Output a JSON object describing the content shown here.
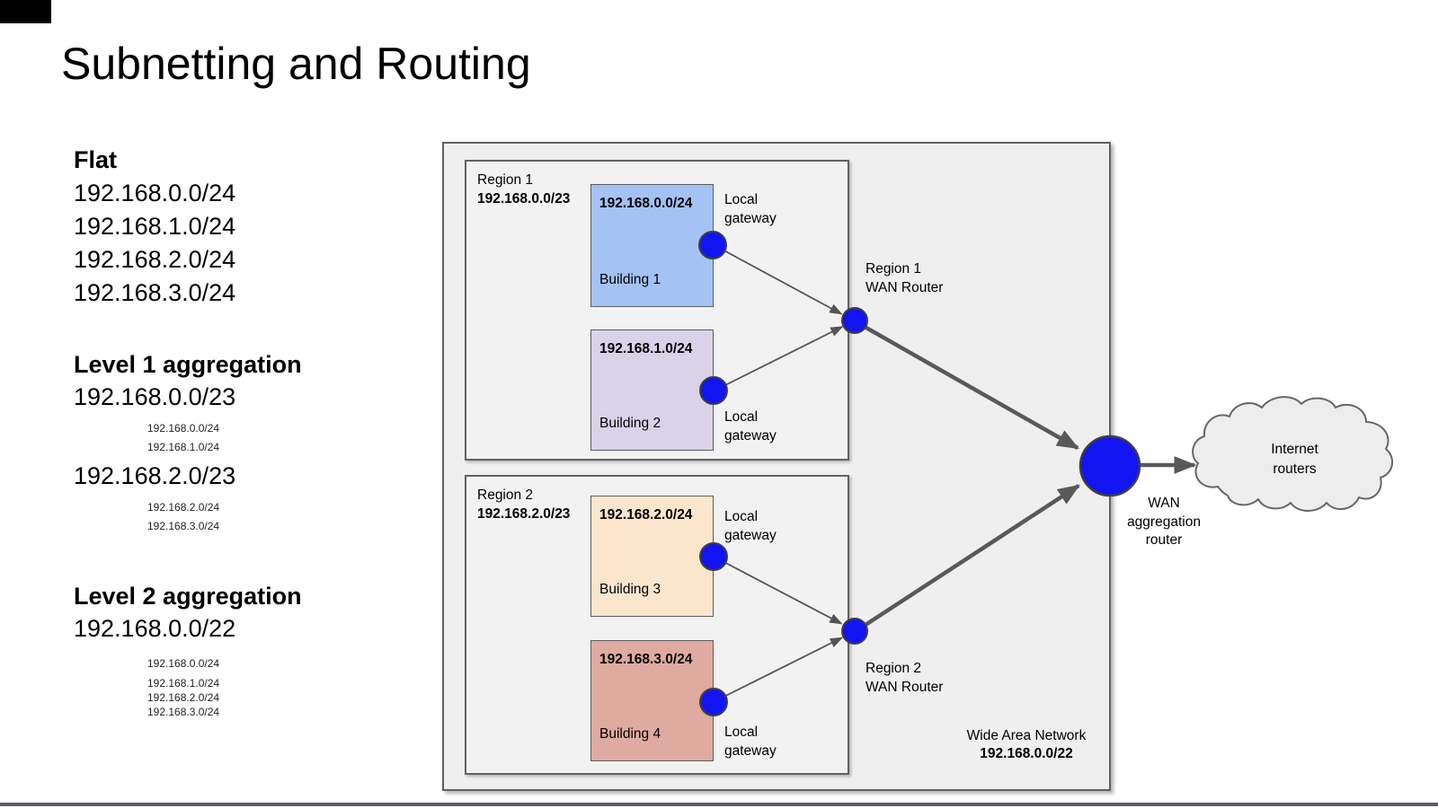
{
  "title": "Subnetting and Routing",
  "left_panel": {
    "flat": {
      "heading": "Flat",
      "subnets": [
        "192.168.0.0/24",
        "192.168.1.0/24",
        "192.168.2.0/24",
        "192.168.3.0/24"
      ]
    },
    "level1": {
      "heading": "Level 1 aggregation",
      "groups": [
        {
          "aggregate": "192.168.0.0/23",
          "members": [
            "192.168.0.0/24",
            "192.168.1.0/24"
          ]
        },
        {
          "aggregate": "192.168.2.0/23",
          "members": [
            "192.168.2.0/24",
            "192.168.3.0/24"
          ]
        }
      ]
    },
    "level2": {
      "heading": "Level 2 aggregation",
      "aggregate": "192.168.0.0/22",
      "members": [
        "192.168.0.0/24",
        "192.168.1.0/24",
        "192.168.2.0/24",
        "192.168.3.0/24"
      ]
    }
  },
  "diagram": {
    "wan": {
      "name": "Wide Area Network",
      "cidr": "192.168.0.0/22"
    },
    "regions": [
      {
        "name": "Region 1",
        "cidr": "192.168.0.0/23",
        "router": {
          "line1": "Region 1",
          "line2": "WAN Router"
        }
      },
      {
        "name": "Region 2",
        "cidr": "192.168.2.0/23",
        "router": {
          "line1": "Region 2",
          "line2": "WAN Router"
        }
      }
    ],
    "buildings": [
      {
        "cidr": "192.168.0.0/24",
        "name": "Building 1"
      },
      {
        "cidr": "192.168.1.0/24",
        "name": "Building 2"
      },
      {
        "cidr": "192.168.2.0/24",
        "name": "Building 3"
      },
      {
        "cidr": "192.168.3.0/24",
        "name": "Building 4"
      }
    ],
    "local_gateway_label": "Local gateway",
    "aggregation_router_label": "WAN aggregation router",
    "cloud_label": "Internet routers"
  },
  "colors": {
    "router_blue": "#1314f2",
    "building_1_fill": "#a4c2f4",
    "building_2_fill": "#d9d2e9",
    "building_3_fill": "#fce5cd",
    "building_4_fill": "#dfaaa0",
    "box_fill": "#efefef",
    "cloud_fill": "#ededed",
    "arrow_gray": "#595959",
    "footer_bar": "#5a5f6a"
  }
}
